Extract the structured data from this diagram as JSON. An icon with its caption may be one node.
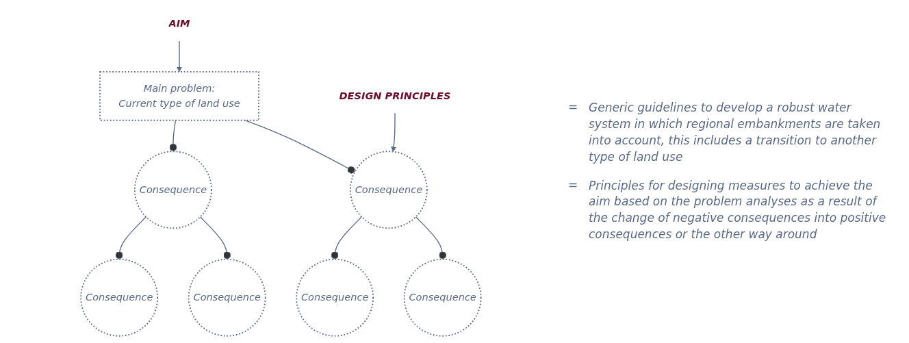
{
  "diagram": {
    "nodes": [
      {
        "text": [
          "Main problem:",
          "Current type of land use"
        ]
      },
      {
        "text": [
          "Consequence"
        ]
      },
      {
        "text": [
          "Consequence"
        ]
      },
      {
        "text": [
          "Consequence"
        ]
      },
      {
        "text": [
          "Consequence"
        ]
      },
      {
        "text": [
          "Consequence"
        ]
      },
      {
        "text": [
          "Consequence"
        ]
      },
      {
        "text": [
          "AIM"
        ]
      },
      {
        "text": [
          "DESIGN PRINCIPLES"
        ]
      }
    ],
    "edges": [
      {
        "from": 0,
        "to": 1,
        "arrow": "other"
      },
      {
        "from": 0,
        "to": 2,
        "arrow": "other"
      },
      {
        "from": 1,
        "to": 3,
        "arrow": "other"
      },
      {
        "from": 1,
        "to": 4,
        "arrow": "other"
      },
      {
        "from": 2,
        "to": 5,
        "arrow": "other"
      },
      {
        "from": 2,
        "to": 6,
        "arrow": "other"
      },
      {
        "from": 7,
        "to": 0,
        "arrow": "to"
      },
      {
        "from": 8,
        "to": 2,
        "arrow": "to"
      }
    ],
    "labels": [
      "=",
      "Generic guidelines to develop a robust water system in which regional embankments are taken into account, this includes a transition to another type of land use",
      "=",
      "Principles for designing measures to achieve the aim based on the problem analyses as a result of the change of negative consequences into positive consequences or the other way around"
    ]
  }
}
